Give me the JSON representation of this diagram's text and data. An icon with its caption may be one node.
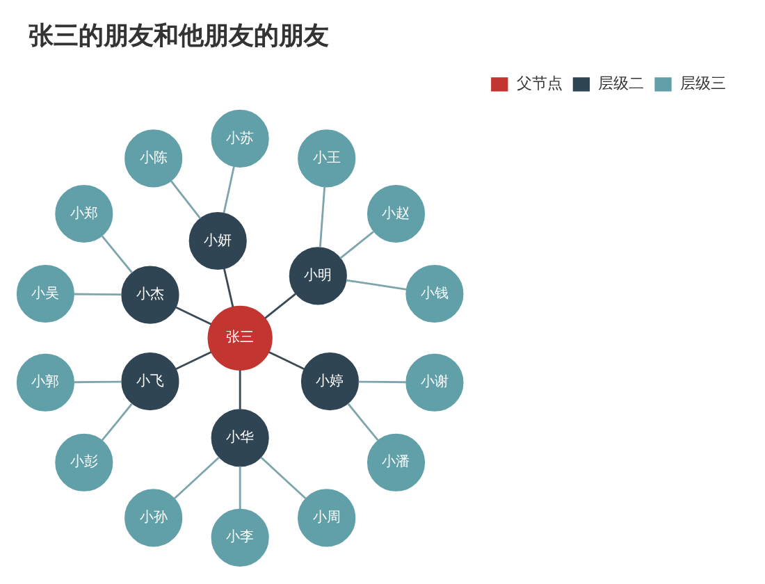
{
  "diagram": {
    "title": "张三的朋友和他朋友的朋友",
    "nodes": [
      {
        "text": [
          "张三"
        ]
      },
      {
        "text": [
          "小明"
        ]
      },
      {
        "text": [
          "小钱"
        ]
      },
      {
        "text": [
          "小赵"
        ]
      },
      {
        "text": [
          "小王"
        ]
      },
      {
        "text": [
          "小妍"
        ]
      },
      {
        "text": [
          "小苏"
        ]
      },
      {
        "text": [
          "小陈"
        ]
      },
      {
        "text": [
          "小杰"
        ]
      },
      {
        "text": [
          "小郑"
        ]
      },
      {
        "text": [
          "小吴"
        ]
      },
      {
        "text": [
          "小飞"
        ]
      },
      {
        "text": [
          "小郭"
        ]
      },
      {
        "text": [
          "小彭"
        ]
      },
      {
        "text": [
          "小华"
        ]
      },
      {
        "text": [
          "小孙"
        ]
      },
      {
        "text": [
          "小李"
        ]
      },
      {
        "text": [
          "小周"
        ]
      },
      {
        "text": [
          "小婷"
        ]
      },
      {
        "text": [
          "小潘"
        ]
      },
      {
        "text": [
          "小谢"
        ]
      }
    ],
    "edges": [
      {
        "from": 0,
        "to": 1,
        "arrow": "none",
        "color": "#3b4954"
      },
      {
        "from": 1,
        "to": 2,
        "arrow": "none"
      },
      {
        "from": 1,
        "to": 3,
        "arrow": "none"
      },
      {
        "from": 1,
        "to": 4,
        "arrow": "none"
      },
      {
        "from": 0,
        "to": 5,
        "arrow": "none",
        "color": "#3b4954"
      },
      {
        "from": 5,
        "to": 6,
        "arrow": "none"
      },
      {
        "from": 5,
        "to": 7,
        "arrow": "none"
      },
      {
        "from": 0,
        "to": 8,
        "arrow": "none",
        "color": "#3b4954"
      },
      {
        "from": 8,
        "to": 9,
        "arrow": "none"
      },
      {
        "from": 8,
        "to": 10,
        "arrow": "none"
      },
      {
        "from": 0,
        "to": 11,
        "arrow": "none",
        "color": "#3b4954"
      },
      {
        "from": 11,
        "to": 12,
        "arrow": "none"
      },
      {
        "from": 11,
        "to": 13,
        "arrow": "none"
      },
      {
        "from": 0,
        "to": 14,
        "arrow": "none",
        "color": "#3b4954"
      },
      {
        "from": 14,
        "to": 15,
        "arrow": "none"
      },
      {
        "from": 14,
        "to": 16,
        "arrow": "none"
      },
      {
        "from": 14,
        "to": 17,
        "arrow": "none"
      },
      {
        "from": 0,
        "to": 18,
        "arrow": "none",
        "color": "#3b4954"
      },
      {
        "from": 18,
        "to": 19,
        "arrow": "none"
      },
      {
        "from": 18,
        "to": 20,
        "arrow": "none"
      }
    ],
    "legend": [
      {
        "text": "父节点",
        "color": "#c23531"
      },
      {
        "text": "层级二",
        "color": "#2f4554"
      },
      {
        "text": "层级三",
        "color": "#61a0a8"
      }
    ]
  }
}
